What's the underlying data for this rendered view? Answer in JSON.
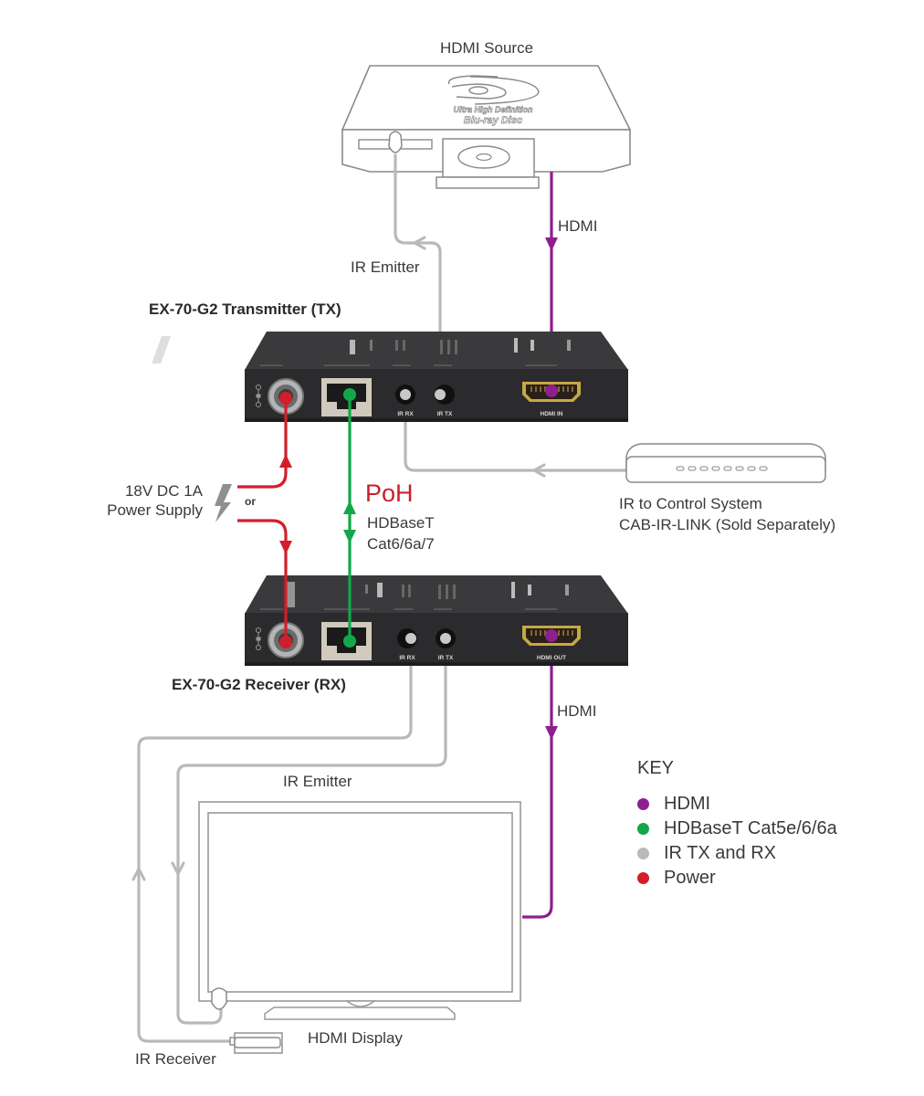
{
  "colors": {
    "hdmi": "#8e1f8f",
    "hdbaset": "#12a84a",
    "ir": "#b9b9bb",
    "power": "#d21e2b",
    "device_body": "#2b2b2d",
    "poh": "#c8202a"
  },
  "source": {
    "label": "HDMI Source",
    "logo_line1": "Ultra High Definition",
    "logo_line2": "Blu-ray Disc"
  },
  "connections": {
    "hdmi_top_label": "HDMI",
    "hdmi_bottom_label": "HDMI",
    "ir_emitter_top_label": "IR Emitter",
    "ir_emitter_bottom_label": "IR Emitter",
    "ir_receiver_label": "IR Receiver",
    "power_label_line1": "18V DC 1A",
    "power_label_line2": "Power Supply",
    "power_or": "or",
    "poh_logo": "PoH",
    "hdbaset_line1": "HDBaseT",
    "hdbaset_line2": "Cat6/6a/7",
    "control_line1": "IR to Control System",
    "control_line2": "CAB-IR-LINK (Sold Separately)"
  },
  "transmitter": {
    "title": "EX-70-G2 Transmitter (TX)",
    "ports": {
      "ir_rx": "IR RX",
      "ir_tx": "IR TX",
      "hdmi": "HDMI IN"
    }
  },
  "receiver": {
    "title": "EX-70-G2 Receiver (RX)",
    "ports": {
      "ir_rx": "IR RX",
      "ir_tx": "IR TX",
      "hdmi": "HDMI OUT"
    }
  },
  "display": {
    "label": "HDMI Display"
  },
  "key": {
    "title": "KEY",
    "items": [
      {
        "label": "HDMI",
        "color": "#8e1f8f"
      },
      {
        "label": "HDBaseT Cat5e/6/6a",
        "color": "#12a84a"
      },
      {
        "label": "IR TX and RX",
        "color": "#b9b9bb"
      },
      {
        "label": "Power",
        "color": "#d21e2b"
      }
    ]
  }
}
